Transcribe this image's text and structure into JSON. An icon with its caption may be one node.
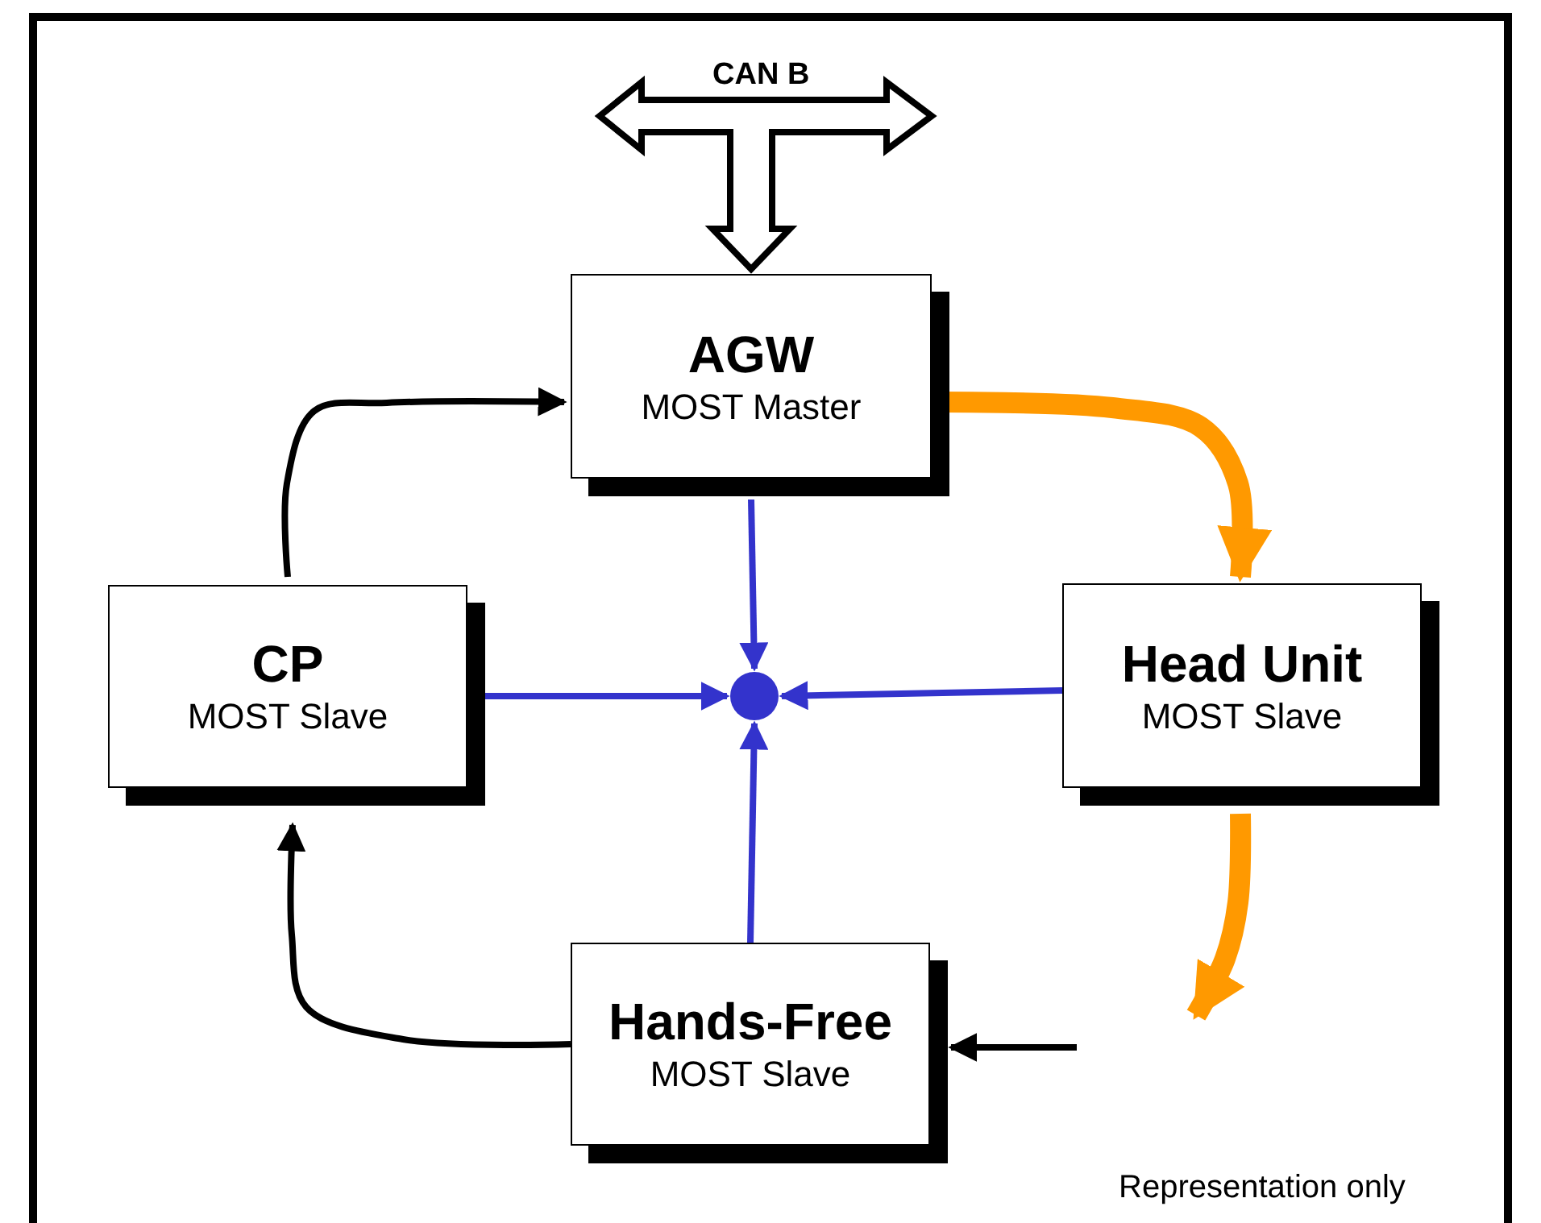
{
  "diagram": {
    "nodes": [
      {
        "text": [
          "AGW",
          "MOST Master"
        ]
      },
      {
        "text": [
          "CP",
          "MOST Slave"
        ]
      },
      {
        "text": [
          "Head Unit",
          "MOST Slave"
        ]
      },
      {
        "text": [
          "Hands-Free",
          "MOST Slave"
        ]
      },
      {
        "text": [],
        "shape": "circle"
      }
    ],
    "edges": [
      {
        "from": null,
        "to": 0,
        "arrow": "to",
        "label": "CAN B",
        "style": "thick",
        "color": "#000000"
      },
      {
        "from": 1,
        "to": 0,
        "arrow": "to",
        "color": "#000000"
      },
      {
        "from": 0,
        "to": 2,
        "arrow": "to",
        "style": "thick",
        "color": "#ff9900"
      },
      {
        "from": 2,
        "to": null,
        "arrow": "to",
        "style": "thick",
        "color": "#ff9900"
      },
      {
        "from": null,
        "to": 3,
        "arrow": "to",
        "color": "#000000"
      },
      {
        "from": 3,
        "to": 1,
        "arrow": "to",
        "color": "#000000"
      },
      {
        "from": 0,
        "to": 4,
        "arrow": "to",
        "color": "#3333cc"
      },
      {
        "from": 1,
        "to": 4,
        "arrow": "to",
        "color": "#3333cc"
      },
      {
        "from": 2,
        "to": 4,
        "arrow": "to",
        "color": "#3333cc"
      },
      {
        "from": 3,
        "to": 4,
        "arrow": "to",
        "color": "#3333cc"
      }
    ],
    "labels": [
      "Representation only"
    ]
  }
}
